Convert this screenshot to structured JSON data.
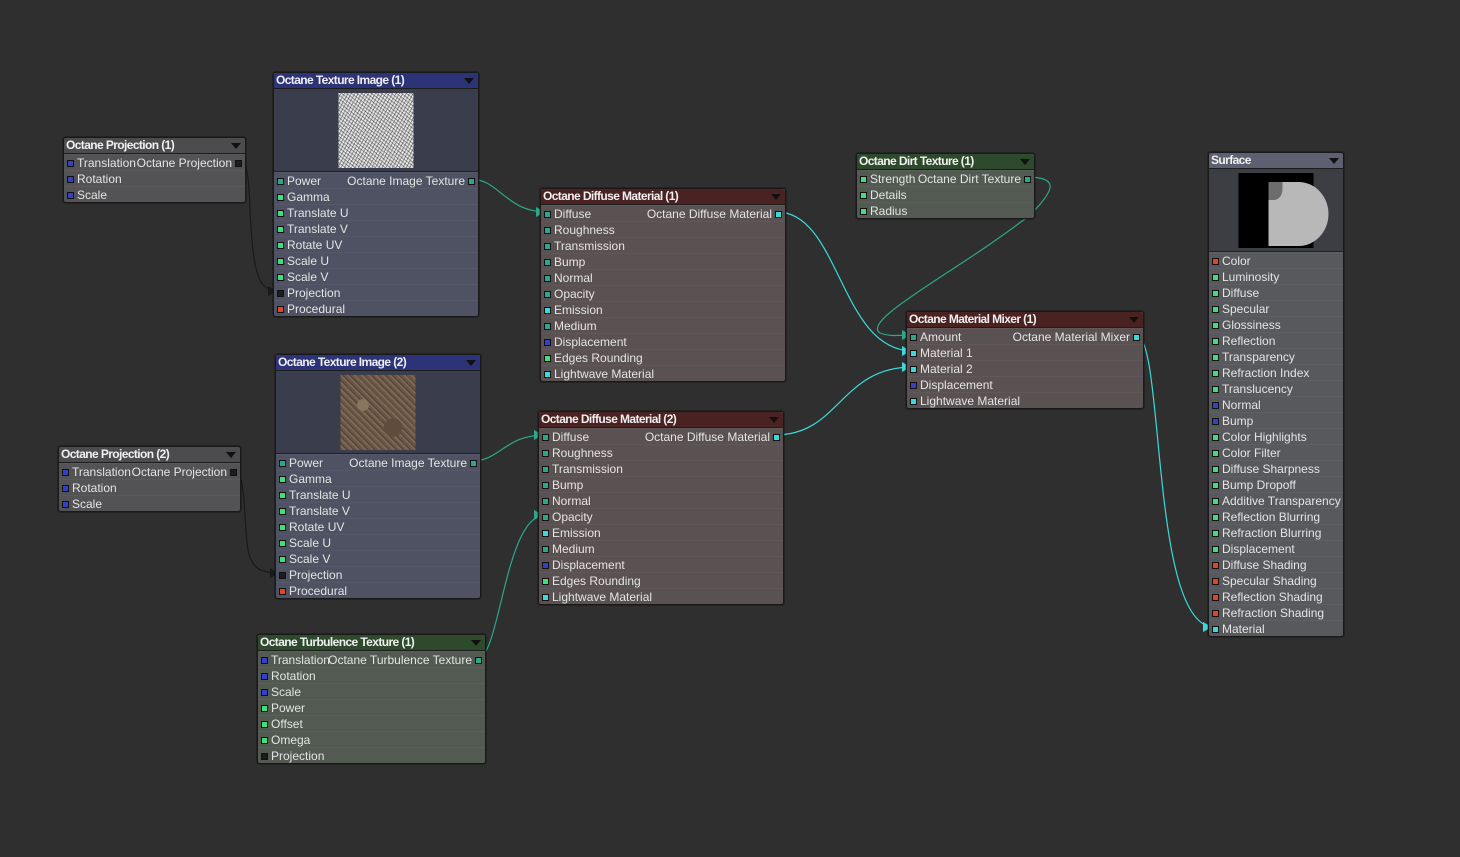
{
  "colors": {
    "green": "#3de07a",
    "teal": "#2aa887",
    "cyan": "#3adada",
    "blue": "#3340c8",
    "red": "#e0452a",
    "dark": "#1d1d1d"
  },
  "nodes": [
    {
      "id": "proj1",
      "title": "Octane Projection (1)",
      "style": "grey",
      "output": "Octane Projection",
      "output_port": "dark",
      "inputs": [
        {
          "label": "Translation",
          "port": "blue"
        },
        {
          "label": "Rotation",
          "port": "blue"
        },
        {
          "label": "Scale",
          "port": "blue"
        }
      ]
    },
    {
      "id": "tex1",
      "title": "Octane Texture Image (1)",
      "style": "blue",
      "preview": "noise",
      "output": "Octane Image Texture",
      "output_port": "teal",
      "inputs": [
        {
          "label": "Power",
          "port": "teal"
        },
        {
          "label": "Gamma",
          "port": "green"
        },
        {
          "label": "Translate U",
          "port": "green"
        },
        {
          "label": "Translate V",
          "port": "green"
        },
        {
          "label": "Rotate UV",
          "port": "green"
        },
        {
          "label": "Scale U",
          "port": "green"
        },
        {
          "label": "Scale V",
          "port": "green"
        },
        {
          "label": "Projection",
          "port": "dark"
        },
        {
          "label": "Procedural",
          "port": "red"
        }
      ]
    },
    {
      "id": "proj2",
      "title": "Octane Projection (2)",
      "style": "grey",
      "output": "Octane Projection",
      "output_port": "dark",
      "inputs": [
        {
          "label": "Translation",
          "port": "blue"
        },
        {
          "label": "Rotation",
          "port": "blue"
        },
        {
          "label": "Scale",
          "port": "blue"
        }
      ]
    },
    {
      "id": "tex2",
      "title": "Octane Texture Image (2)",
      "style": "blue",
      "preview": "dirt",
      "output": "Octane Image Texture",
      "output_port": "teal",
      "inputs": [
        {
          "label": "Power",
          "port": "teal"
        },
        {
          "label": "Gamma",
          "port": "green"
        },
        {
          "label": "Translate U",
          "port": "green"
        },
        {
          "label": "Translate V",
          "port": "green"
        },
        {
          "label": "Rotate UV",
          "port": "green"
        },
        {
          "label": "Scale U",
          "port": "green"
        },
        {
          "label": "Scale V",
          "port": "green"
        },
        {
          "label": "Projection",
          "port": "dark"
        },
        {
          "label": "Procedural",
          "port": "red"
        }
      ]
    },
    {
      "id": "turb",
      "title": "Octane Turbulence Texture (1)",
      "style": "green",
      "output": "Octane Turbulence Texture",
      "output_port": "teal",
      "inputs": [
        {
          "label": "Translation",
          "port": "blue"
        },
        {
          "label": "Rotation",
          "port": "blue"
        },
        {
          "label": "Scale",
          "port": "blue"
        },
        {
          "label": "Power",
          "port": "green"
        },
        {
          "label": "Offset",
          "port": "green"
        },
        {
          "label": "Omega",
          "port": "green"
        },
        {
          "label": "Projection",
          "port": "dark"
        }
      ]
    },
    {
      "id": "diff1",
      "title": "Octane Diffuse Material (1)",
      "style": "red",
      "output": "Octane Diffuse Material",
      "output_port": "cyan",
      "inputs": [
        {
          "label": "Diffuse",
          "port": "teal"
        },
        {
          "label": "Roughness",
          "port": "teal"
        },
        {
          "label": "Transmission",
          "port": "teal"
        },
        {
          "label": "Bump",
          "port": "teal"
        },
        {
          "label": "Normal",
          "port": "teal"
        },
        {
          "label": "Opacity",
          "port": "teal"
        },
        {
          "label": "Emission",
          "port": "cyan"
        },
        {
          "label": "Medium",
          "port": "teal"
        },
        {
          "label": "Displacement",
          "port": "blue"
        },
        {
          "label": "Edges Rounding",
          "port": "green"
        },
        {
          "label": "Lightwave Material",
          "port": "cyan"
        }
      ]
    },
    {
      "id": "diff2",
      "title": "Octane Diffuse Material (2)",
      "style": "red",
      "output": "Octane Diffuse Material",
      "output_port": "cyan",
      "inputs": [
        {
          "label": "Diffuse",
          "port": "teal"
        },
        {
          "label": "Roughness",
          "port": "teal"
        },
        {
          "label": "Transmission",
          "port": "teal"
        },
        {
          "label": "Bump",
          "port": "teal"
        },
        {
          "label": "Normal",
          "port": "teal"
        },
        {
          "label": "Opacity",
          "port": "teal"
        },
        {
          "label": "Emission",
          "port": "cyan"
        },
        {
          "label": "Medium",
          "port": "teal"
        },
        {
          "label": "Displacement",
          "port": "blue"
        },
        {
          "label": "Edges Rounding",
          "port": "green"
        },
        {
          "label": "Lightwave Material",
          "port": "cyan"
        }
      ]
    },
    {
      "id": "dirt",
      "title": "Octane Dirt Texture (1)",
      "style": "green",
      "output": "Octane Dirt Texture",
      "output_port": "teal",
      "inputs": [
        {
          "label": "Strength",
          "port": "green"
        },
        {
          "label": "Details",
          "port": "green"
        },
        {
          "label": "Radius",
          "port": "green"
        }
      ]
    },
    {
      "id": "mixer",
      "title": "Octane Material Mixer (1)",
      "style": "red",
      "output": "Octane Material Mixer",
      "output_port": "cyan",
      "inputs": [
        {
          "label": "Amount",
          "port": "teal"
        },
        {
          "label": "Material 1",
          "port": "cyan"
        },
        {
          "label": "Material 2",
          "port": "cyan"
        },
        {
          "label": "Displacement",
          "port": "blue"
        },
        {
          "label": "Lightwave Material",
          "port": "cyan"
        }
      ]
    },
    {
      "id": "surface",
      "title": "Surface",
      "style": "surf",
      "preview": "surface",
      "inputs": [
        {
          "label": "Color",
          "port": "red"
        },
        {
          "label": "Luminosity",
          "port": "green"
        },
        {
          "label": "Diffuse",
          "port": "green"
        },
        {
          "label": "Specular",
          "port": "green"
        },
        {
          "label": "Glossiness",
          "port": "green"
        },
        {
          "label": "Reflection",
          "port": "green"
        },
        {
          "label": "Transparency",
          "port": "green"
        },
        {
          "label": "Refraction Index",
          "port": "green"
        },
        {
          "label": "Translucency",
          "port": "green"
        },
        {
          "label": "Normal",
          "port": "blue"
        },
        {
          "label": "Bump",
          "port": "blue"
        },
        {
          "label": "Color Highlights",
          "port": "green"
        },
        {
          "label": "Color Filter",
          "port": "green"
        },
        {
          "label": "Diffuse Sharpness",
          "port": "green"
        },
        {
          "label": "Bump Dropoff",
          "port": "green"
        },
        {
          "label": "Additive Transparency",
          "port": "green"
        },
        {
          "label": "Reflection Blurring",
          "port": "green"
        },
        {
          "label": "Refraction Blurring",
          "port": "green"
        },
        {
          "label": "Displacement",
          "port": "green"
        },
        {
          "label": "Diffuse Shading",
          "port": "red"
        },
        {
          "label": "Specular Shading",
          "port": "red"
        },
        {
          "label": "Reflection Shading",
          "port": "red"
        },
        {
          "label": "Refraction Shading",
          "port": "red"
        },
        {
          "label": "Material",
          "port": "cyan"
        }
      ]
    }
  ]
}
